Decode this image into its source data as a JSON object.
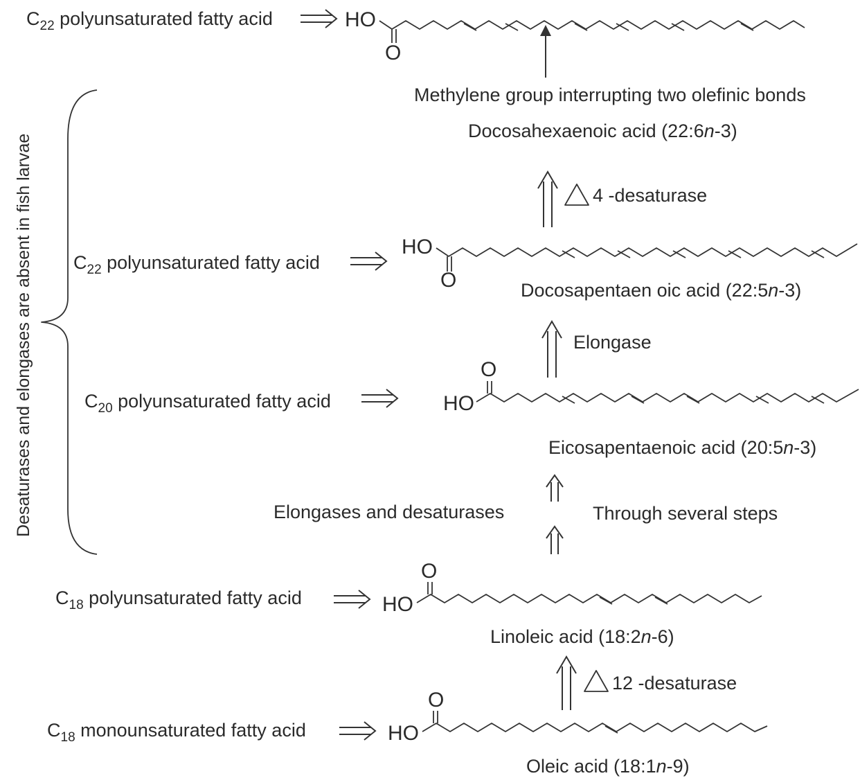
{
  "side_label": "Desaturases and elongases are absent in fish larvae",
  "levels": [
    {
      "class_prefix": "C",
      "class_sub": "22",
      "class_suffix": " polyunsaturated fatty acid",
      "name": ""
    },
    {
      "class_prefix": "C",
      "class_sub": "22",
      "class_suffix": " polyunsaturated fatty acid",
      "name_pre": "Docosapentaen oic acid (22:5",
      "name_n": "n",
      "name_post": "-3)"
    },
    {
      "class_prefix": "C",
      "class_sub": "20",
      "class_suffix": " polyunsaturated fatty acid",
      "name_pre": "Eicosapentaenoic acid (20:5",
      "name_n": "n",
      "name_post": "-3)"
    },
    {
      "class_prefix": "C",
      "class_sub": "18",
      "class_suffix": " polyunsaturated fatty acid",
      "name_pre": "Linoleic acid (18:2",
      "name_n": "n",
      "name_post": "-6)"
    },
    {
      "class_prefix": "C",
      "class_sub": "18",
      "class_suffix": " monounsaturated fatty acid",
      "name_pre": "Oleic acid (18:1",
      "name_n": "n",
      "name_post": "-9)"
    }
  ],
  "top_annotation": "Methylene group interrupting two olefinic bonds",
  "dha": {
    "name_pre": "Docosahexaenoic acid (22:6",
    "name_n": "n",
    "name_post": "-3)"
  },
  "steps": {
    "delta4": "4  -desaturase",
    "elongase": "Elongase",
    "elong_desat": "Elongases  and desaturases",
    "several_steps": "Through several steps",
    "delta12": "12  -desaturase"
  },
  "atoms": {
    "ho": "HO",
    "o": "O"
  }
}
